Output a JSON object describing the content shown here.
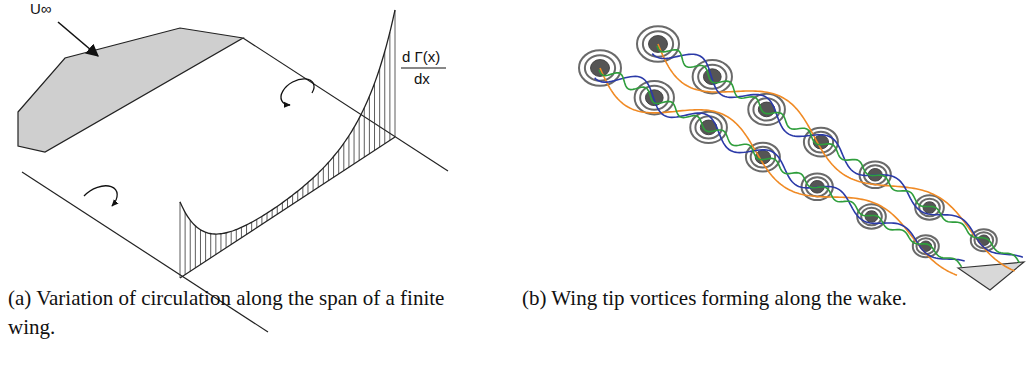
{
  "diagram": {
    "labels": [
      "U∞",
      "d Γ(x)",
      "dx",
      "(a) Variation of circulation along the span of a finite wing.",
      "(b) Wing tip vortices forming along the wake."
    ]
  }
}
